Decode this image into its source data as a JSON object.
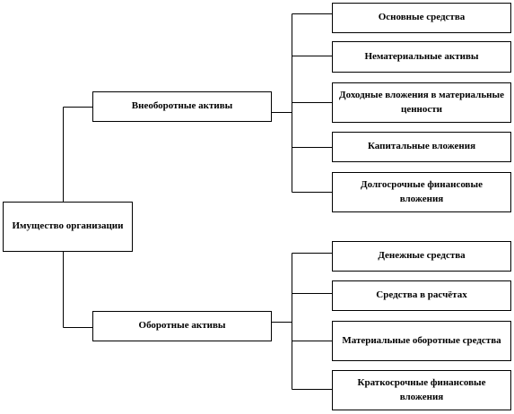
{
  "root": {
    "label": "Имущество организации"
  },
  "groups": [
    {
      "label": "Внеоборотные активы",
      "children": [
        "Основные средства",
        "Нематериальные активы",
        "Доходные вложения в материальные ценности",
        "Капитальные вложения",
        "Долгосрочные финансовые вложения"
      ]
    },
    {
      "label": "Оборотные активы",
      "children": [
        "Денежные средства",
        "Средства в расчётах",
        "Материальные оборотные средства",
        "Краткосрочные финансовые вложения"
      ]
    }
  ]
}
